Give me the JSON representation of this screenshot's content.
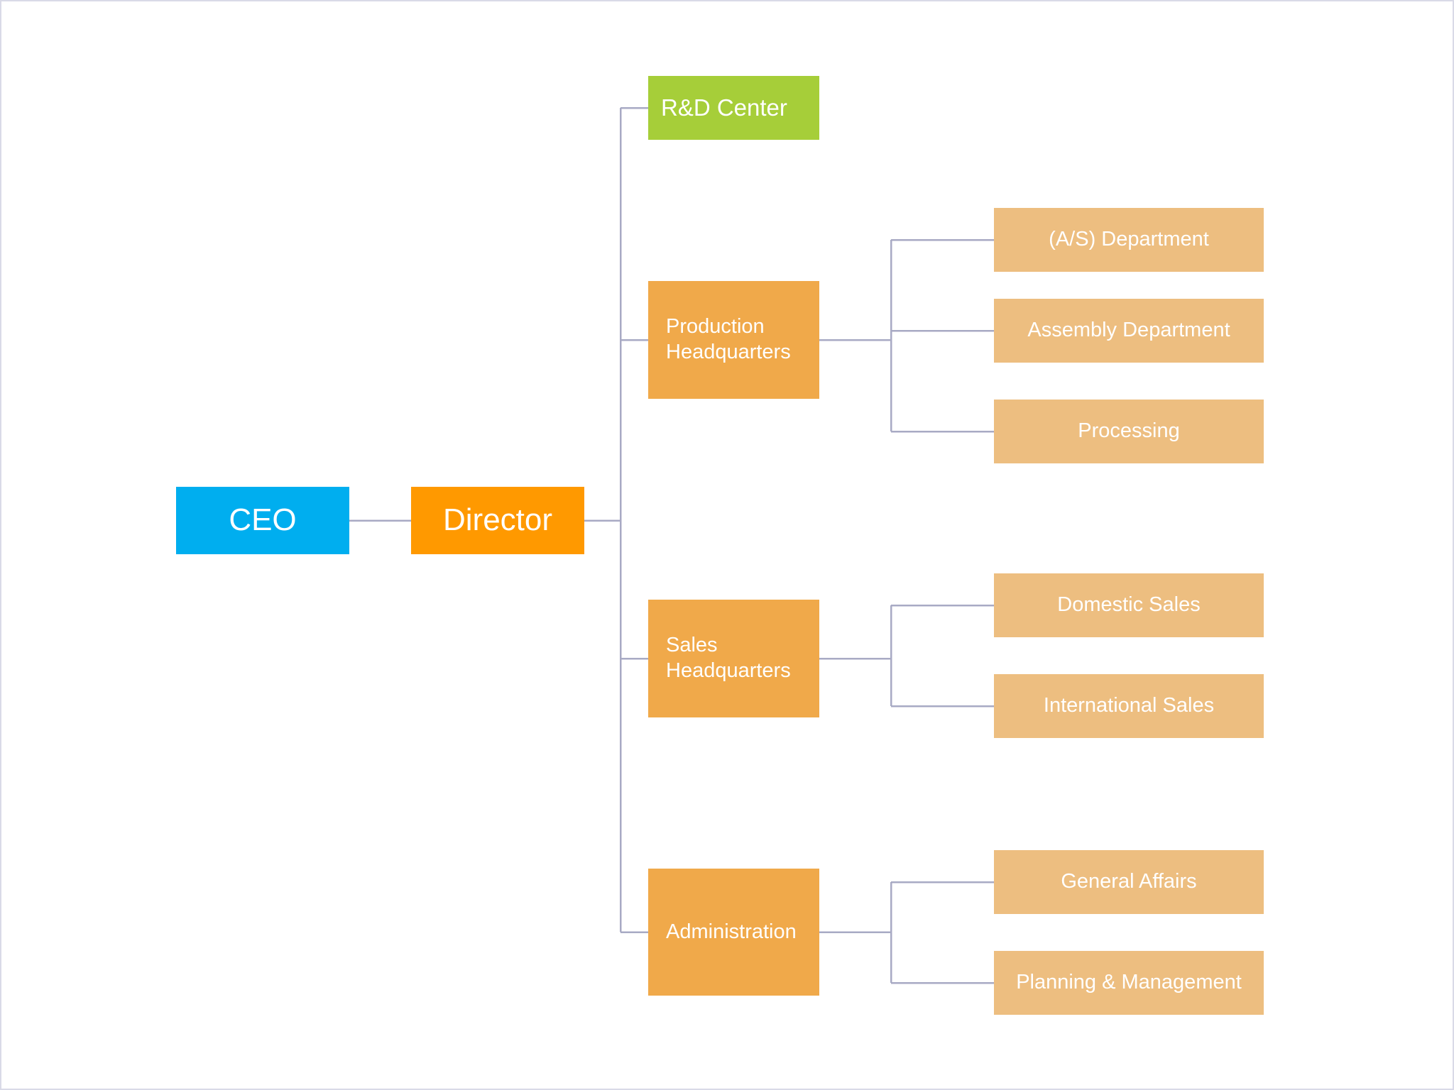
{
  "chart_data": {
    "type": "diagram",
    "diagram_type": "organization-chart",
    "orientation": "left-to-right",
    "title": "",
    "colors": {
      "ceo": "#00AEEF",
      "director": "#FF9900",
      "rnd": "#A6CE39",
      "division": "#F0A94A",
      "department": "#EDBE80",
      "connector": "#A8AAC4",
      "canvas_border": "#D9DAE7",
      "background": "#FFFFFF",
      "node_text": "#FFFFFF"
    },
    "nodes": [
      {
        "id": "ceo",
        "label": "CEO",
        "level": 1,
        "parent": null
      },
      {
        "id": "director",
        "label": "Director",
        "level": 2,
        "parent": "ceo"
      },
      {
        "id": "rnd",
        "label": "R&D Center",
        "level": 3,
        "parent": "director"
      },
      {
        "id": "production",
        "label": "Production\nHeadquarters",
        "level": 3,
        "parent": "director"
      },
      {
        "id": "sales",
        "label": "Sales\nHeadquarters",
        "level": 3,
        "parent": "director"
      },
      {
        "id": "admin",
        "label": "Administration",
        "level": 3,
        "parent": "director"
      },
      {
        "id": "as",
        "label": "(A/S) Department",
        "level": 4,
        "parent": "production"
      },
      {
        "id": "assembly",
        "label": "Assembly Department",
        "level": 4,
        "parent": "production"
      },
      {
        "id": "processing",
        "label": "Processing",
        "level": 4,
        "parent": "production"
      },
      {
        "id": "domestic",
        "label": "Domestic Sales",
        "level": 4,
        "parent": "sales"
      },
      {
        "id": "intl",
        "label": "International Sales",
        "level": 4,
        "parent": "sales"
      },
      {
        "id": "general",
        "label": "General Affairs",
        "level": 4,
        "parent": "admin"
      },
      {
        "id": "planning",
        "label": "Planning & Management",
        "level": 4,
        "parent": "admin"
      }
    ],
    "edges": [
      {
        "from": "ceo",
        "to": "director"
      },
      {
        "from": "director",
        "to": "rnd"
      },
      {
        "from": "director",
        "to": "production"
      },
      {
        "from": "director",
        "to": "sales"
      },
      {
        "from": "director",
        "to": "admin"
      },
      {
        "from": "production",
        "to": "as"
      },
      {
        "from": "production",
        "to": "assembly"
      },
      {
        "from": "production",
        "to": "processing"
      },
      {
        "from": "sales",
        "to": "domestic"
      },
      {
        "from": "sales",
        "to": "intl"
      },
      {
        "from": "admin",
        "to": "general"
      },
      {
        "from": "admin",
        "to": "planning"
      }
    ]
  },
  "nodes": {
    "ceo": {
      "label": "CEO"
    },
    "director": {
      "label": "Director"
    },
    "rnd": {
      "label": "R&D Center"
    },
    "production": {
      "label": "Production\nHeadquarters"
    },
    "sales": {
      "label": "Sales\nHeadquarters"
    },
    "admin": {
      "label": "Administration"
    },
    "as": {
      "label": "(A/S) Department"
    },
    "assembly": {
      "label": "Assembly Department"
    },
    "processing": {
      "label": "Processing"
    },
    "domestic": {
      "label": "Domestic Sales"
    },
    "intl": {
      "label": "International Sales"
    },
    "general": {
      "label": "General Affairs"
    },
    "planning": {
      "label": "Planning & Management"
    }
  }
}
